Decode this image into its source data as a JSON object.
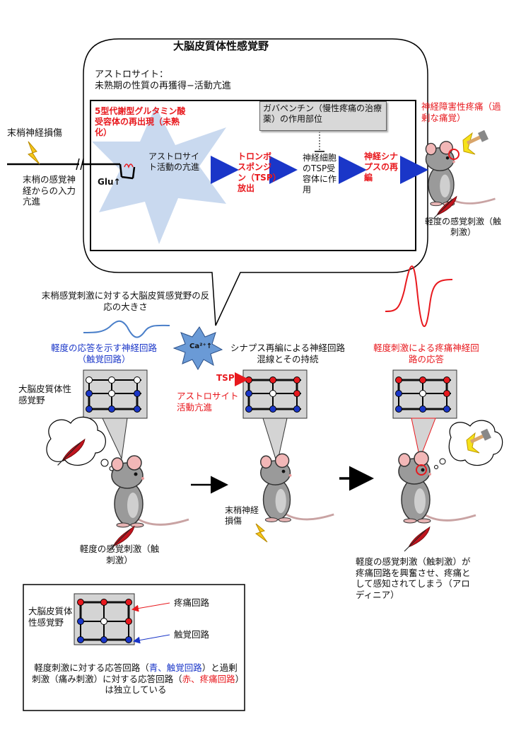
{
  "title": "大脳皮質体性感覚野",
  "bubble": {
    "astro_head": "アストロサイト：\n未熟期の性質の再獲得−活動亢進",
    "mglur": "5型代謝型グルタミン酸受容体の再出現（未熟化）",
    "glu": "Glu↑",
    "astro_activity": "アストロサイト活動の亢進",
    "tsp_release": "トロンボスポンジン（TSP）放出",
    "gabapentin": "ガバペンチン（慢性疼痛の治療薬）の作用部位",
    "neuron_tsp": "神経細胞のTSP受容体に作用",
    "synapse_remodel": "神経シナプスの再編"
  },
  "left": {
    "nerve_injury": "末梢神経損傷",
    "input": "末梢の感覚神経からの入力亢進"
  },
  "top_right": {
    "pain": "神経障害性疼痛（過剰な痛覚）",
    "stimulus": "軽度の感覚刺激（触刺激）"
  },
  "middle": {
    "response_caption": "末梢感覚刺激に対する大脳皮質感覚野の反応の大きさ",
    "mild_response": "軽度の応答を示す神経回路（触覚回路）",
    "cortex_label": "大脳皮質体性感覚野",
    "ca": "Ca²⁺↑",
    "tsp": "TSP",
    "astro_hyper": "アストロサイト活動亢進",
    "synapse_mix": "シナプス再編による神経回路混線とその持続",
    "pain_response": "軽度刺激による疼痛神経回路の応答",
    "nerve_injury2": "末梢神経損傷",
    "stimulus_left": "軽度の感覚刺激（触刺激）",
    "allodynia": "軽度の感覚刺激（触刺激）が疼痛回路を興奮させ、疼痛として感知されてしまう（アロディニア）"
  },
  "legend": {
    "cortex": "大脳皮質体性感覚野",
    "pain_circuit": "疼痛回路",
    "touch_circuit": "触覚回路",
    "note_a": "軽度刺激に対する応答回路（",
    "note_b": "青、触覚回路",
    "note_c": "）と過剰刺激（痛み刺激）に対する応答回路（",
    "note_d": "赤、疼痛回路",
    "note_e": "）は独立している"
  },
  "colors": {
    "red": "#e8191e",
    "blue": "#1a36c8",
    "arrow": "#1f3fd8",
    "star": "#c9d9ef"
  }
}
